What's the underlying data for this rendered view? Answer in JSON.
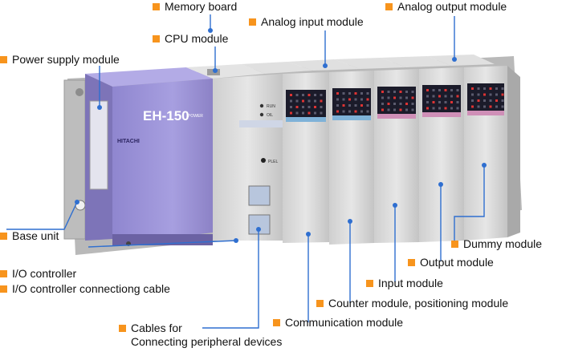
{
  "colors": {
    "marker": "#f7941d",
    "leader": "#2f6fd0",
    "power_module": "#a197dd",
    "module_body": "#dcdcdc",
    "led_panel": "#1b1b2a"
  },
  "device": {
    "brand": "HITACHI",
    "model": "EH-150",
    "led_pwr": "POWER",
    "led_run": "RUN",
    "led_oil": "OIL",
    "led_pcel": "PLEL"
  },
  "labels": {
    "memory_board": "Memory board",
    "cpu_module": "CPU module",
    "analog_input": "Analog input module",
    "analog_output": "Analog output module",
    "power_supply": "Power supply module",
    "base_unit": "Base unit",
    "io_controller": "I/O controller",
    "io_cable": "I/O controller connectiong cable",
    "cables_for": "Cables for",
    "connecting_peripheral": "Connecting peripheral devices",
    "communication": "Communication module",
    "counter": "Counter  module, positioning module",
    "input": "Input module",
    "output": "Output module",
    "dummy": "Dummy  module"
  }
}
